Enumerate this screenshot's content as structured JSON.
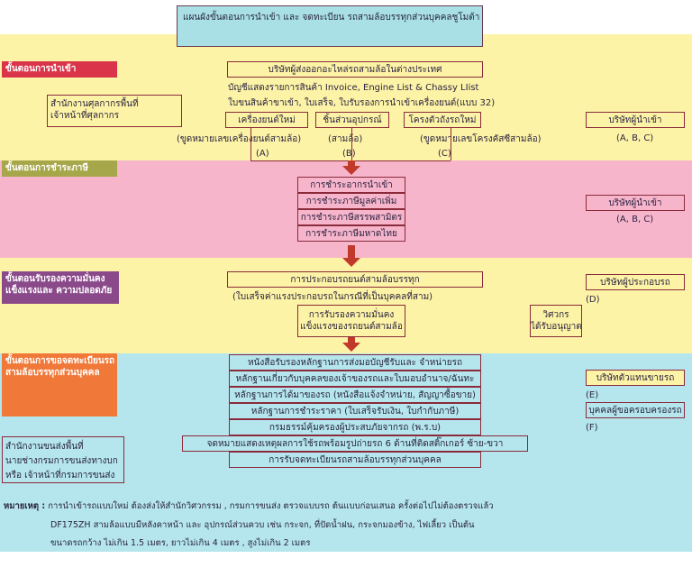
{
  "title": "แผนผังขั้นตอนการนำเข้า และ จดทะเบียน รถสามล้อบรรทุกส่วนบุคคลชูโมต้า",
  "colors": {
    "yellow": "#fdf3a6",
    "pink": "#f7b5cc",
    "cyan": "#b5e6ee",
    "title_bg": "#a8e0e6",
    "line": "#8a2a3a",
    "arrow": "#c0392b",
    "stage1": "#d9344a",
    "stage2": "#a6a64a",
    "stage3": "#8a4a8a",
    "stage4": "#f07838"
  },
  "stages": {
    "import": "ขั้นตอนการนำเข้า",
    "tax": "ขั้นตอนการชำระภาษี",
    "cert_line1": "ขั้นตอนรับรองความมั่นคง",
    "cert_line2": "แข็งแรงและ ความปลอดภัย",
    "reg_line1": "ขั้นตอนการขอจดทะเบียนรถ",
    "reg_line2": "สามล้อบรรทุกส่วนบุคคล"
  },
  "import_section": {
    "exporter": "บริษัทผู้ส่งออกอะไหล่รถสามล้อในต่างประเทศ",
    "docs_line1": "บัญชีแสดงรายการสินค้า Invoice,  Engine List & Chassy LIist",
    "docs_line2": "ใบขนสินค้าขาเข้า, ใบเสร็จ, ใบรับรองการนำเข้าเครื่องยนต์(แบบ 32)",
    "customs_line1": "สำนักงานศุลกากรพื้นที่",
    "customs_line2": "เจ้าหน้าที่ศุลกากร",
    "engine": "เครื่องยนต์ใหม่",
    "parts": "ชิ้นส่วนอุปกรณ์",
    "frame": "โครงตัวถังรถใหม่",
    "engine_note": "(ขูดหมายเลขเครื่องยนต์สามล้อ)",
    "parts_note": "(สามล้อ)",
    "frame_note": "(ขูดหมายเลขโครงคัสซีสามล้อ)",
    "label_a": "(A)",
    "label_b": "(B)",
    "label_c": "(C)",
    "importer": "บริษัทผู้นำเข้า",
    "importer_abc": "(A, B, C)"
  },
  "tax_section": {
    "items": [
      "การชำระอากรนำเข้า",
      "การชำระภาษีมูลค่าเพิ่ม",
      "การชำระภาษีสรรพสามิตร",
      "การชำระภาษีมหาดไทย"
    ],
    "importer": "บริษัทผู้นำเข้า",
    "importer_abc": "(A, B, C)"
  },
  "cert_section": {
    "assembly": "การประกอบรถยนต์สามล้อบรรทุก",
    "assembly_note": "(ใบเสร็จค่าแรงประกอบรถในกรณีที่เป็นบุคคลที่สาม)",
    "cert_line1": "การรับรองความมั่นคง",
    "cert_line2": "แข็งแรงของรถยนต์สามล้อ",
    "engineer_line1": "วิศวกร",
    "engineer_line2": "ได้รับอนุญาต",
    "assembler": "บริษัทผู้ประกอบรถ",
    "label_d": "(D)"
  },
  "reg_section": {
    "items": [
      "หนังสือรับรองหลักฐานการส่งมอบัญชีรับและ จำหน่ายรถ",
      "หลักฐานเกี่ยวกับบุคคลของเจ้าของรถและใบมอบอำนาจ/ฉันทะ",
      "หลักฐานการได้มาของรถ (หนังสือแจ้งจำหน่าย, สัญญาซื้อขาย)",
      "หลักฐานการชำระราคา (ใบเสร็จรับเงิน, ใบกำกับภาษี)",
      "กรมธรรม์คุ้มครองผู้ประสบภัยจากรถ (พ.ร.บ)",
      "จดหมายแสดงเหตุผลการใช้รถพร้อมรูปถ่ายรถ 6 ด้านที่ติดสติ๊กเกอร์ ซ้าย-ขวา",
      "การรับจดทะเบียนรถสามล้อบรรทุกส่วนบุคคล"
    ],
    "office_line1": "สำนักงานขนส่งพื้นที่",
    "office_line2": "นายช่างกรมการขนส่งทางบก",
    "office_line3": "หรือ เจ้าหน้าที่กรมการขนส่ง",
    "dealer": "บริษัทตัวแทนขายรถ",
    "label_e": "(E)",
    "owner": "บุคคลผู้ขอครอบครองรถ",
    "label_f": "(F)"
  },
  "remarks": {
    "label": "หมายเหตุ :",
    "line1": "การนำเข้ารถแบบใหม่ ต้องส่งให้สำนักวิศวกรรม , กรมการขนส่ง ตรวจแบบรถ ต้นแบบก่อนเสนอ ครั้งต่อไปไม่ต้องตรวจแล้ว",
    "line2": "DF175ZH สามล้อแบบมีหลังคาหน้า และ อุปกรณ์ส่วนควบ เช่น กระจก, ที่ปัดน้ำฝน, กระจกมองข้าง, ไฟเลี้ยว เป็นต้น",
    "line3": "ขนาดรถกว้าง ไม่เกิน 1.5 เมตร,  ยาวไม่เกิน  4 เมตร , สูงไม่เกิน 2 เมตร"
  }
}
